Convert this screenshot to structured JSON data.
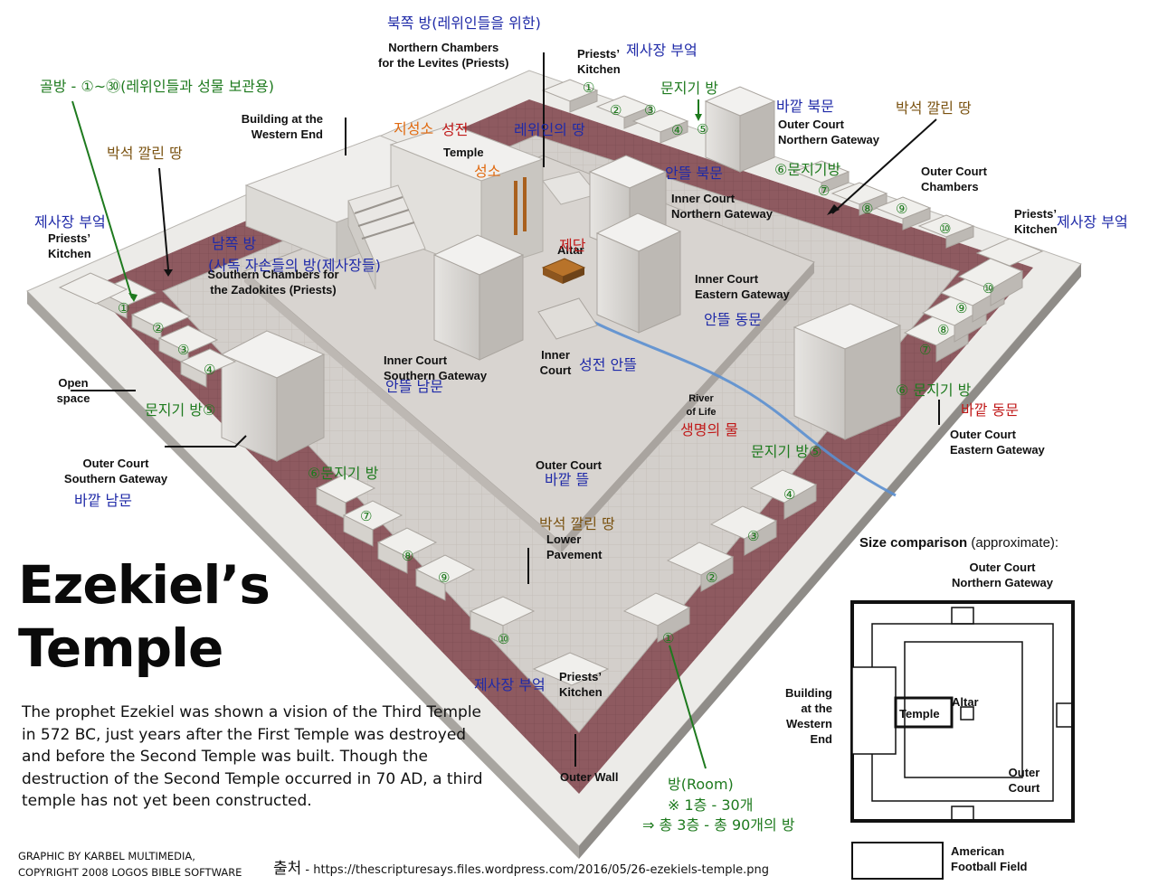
{
  "title": {
    "line1": "Ezekiel’s",
    "line2": "Temple"
  },
  "description": "The prophet Ezekiel was shown a vision of the Third Temple in 572 BC, just years after the First Temple was destroyed and before the Second Temple was built. Though the destruction of the Second Temple occurred in 70 AD, a third temple has not yet been constructed.",
  "credit": {
    "line1": "GRAPHIC BY KARBEL MULTIMEDIA,",
    "line2": "COPYRIGHT 2008 LOGOS BIBLE SOFTWARE"
  },
  "source": {
    "label": "출처",
    "sep": " - ",
    "url": "https://thescripturesays.files.wordpress.com/2016/05/26-ezekiels-temple.png"
  },
  "labels_en": {
    "northern_chambers": "Northern  Chambers",
    "northern_chambers_2": "for the Levites (Priests)",
    "priests_kitchen_ne_1": "Priests’",
    "priests_kitchen_ne_2": "Kitchen",
    "building_western_end_1": "Building at the",
    "building_western_end_2": "Western End",
    "temple": "Temple",
    "outer_court_northern_gateway_1": "Outer Court",
    "outer_court_northern_gateway_2": "Northern Gateway",
    "outer_court_chambers_1": "Outer Court",
    "outer_court_chambers_2": "Chambers",
    "priests_kitchen_e_1": "Priests’",
    "priests_kitchen_e_2": "Kitchen",
    "priests_kitchen_w_1": "Priests’",
    "priests_kitchen_w_2": "Kitchen",
    "inner_court_northern_gateway_1": "Inner Court",
    "inner_court_northern_gateway_2": "Northern Gateway",
    "altar": "Altar",
    "southern_chambers_1": "Southern Chambers for",
    "southern_chambers_2": "the Zadokites (Priests)",
    "inner_court_eastern_gateway_1": "Inner Court",
    "inner_court_eastern_gateway_2": "Eastern Gateway",
    "inner_court_southern_gateway_1": "Inner Court",
    "inner_court_southern_gateway_2": "Southern Gateway",
    "inner_court_1": "Inner",
    "inner_court_2": "Court",
    "open_space_1": "Open",
    "open_space_2": "space",
    "river_of_life_1": "River",
    "river_of_life_2": "of Life",
    "outer_court_eastern_gateway_1": "Outer Court",
    "outer_court_eastern_gateway_2": "Eastern Gateway",
    "outer_court_southern_gateway_1": "Outer Court",
    "outer_court_southern_gateway_2": "Southern Gateway",
    "outer_court": "Outer Court",
    "lower_pavement_1": "Lower",
    "lower_pavement_2": "Pavement",
    "priests_kitchen_s_1": "Priests’",
    "priests_kitchen_s_2": "Kitchen",
    "outer_wall": "Outer Wall"
  },
  "labels_ko": {
    "north_chambers": "북쪽 방(레위인들을 위한)",
    "side_rooms": "골방 - ①~㉚(레위인들과 성물 보관용)",
    "kitchen_ne": "제사장 부엌",
    "gatekeeper_room_n": "문지기 방",
    "outer_north_gate": "바깥 북문",
    "paved_ground_ne": "박석 깔린 땅",
    "paved_ground_nw": "박석 깔린 땅",
    "holy_of_holies": "지성소",
    "sanctuary_building": "성전",
    "levites_land": "레위인의 땅",
    "holy_place": "성소",
    "inner_north_gate": "안뜰 북문",
    "gatekeeper_room_6n": "⑥문지기방",
    "kitchen_w": "제사장 부엌",
    "kitchen_e": "제사장 부엌",
    "south_chambers_1": "남쪽 방",
    "south_chambers_2": "(사독 자손들의 방(제사장들)",
    "altar": "제단",
    "inner_east_gate": "안뜰 동문",
    "inner_court": "성전 안뜰",
    "inner_south_gate": "안뜰 남문",
    "gatekeeper_room_w5": "문지기 방⑤",
    "gatekeeper_room_e6": "⑥ 문지기 방",
    "outer_east_gate": "바깥 동문",
    "river_of_life": "생명의 물",
    "gatekeeper_room_e5": "문지기 방⑤",
    "gatekeeper_room_s6": "⑥문지기 방",
    "outer_south_gate": "바깥 남문",
    "outer_court": "바깥 뜰",
    "paved_ground_s": "박석 깔린 땅",
    "kitchen_s": "제사장 부엌",
    "room": "방(Room)",
    "room_note_1": "※ 1층 - 30개",
    "room_note_2": "⇒ 총 3층 - 총 90개의 방"
  },
  "room_numbers": [
    "①",
    "②",
    "③",
    "④",
    "⑤",
    "⑥",
    "⑦",
    "⑧",
    "⑨",
    "⑩"
  ],
  "size_comparison": {
    "title_bold": "Size comparison",
    "title_rest": "(approximate):",
    "outer_court_northern_gateway_1": "Outer Court",
    "outer_court_northern_gateway_2": "Northern Gateway",
    "building_1": "Building",
    "building_2": "at the",
    "building_3": "Western",
    "building_4": "End",
    "altar": "Altar",
    "temple": "Temple",
    "outer_court_1": "Outer",
    "outer_court_2": "Court",
    "football_1": "American",
    "football_2": "Football Field"
  },
  "colors": {
    "pavement": "#8e5a60",
    "court_floor": "#cfcac6",
    "wall": "#e9e7e4",
    "korean_blue": "#1f2aa8",
    "korean_green": "#1e7a1e",
    "korean_brown": "#7a5210",
    "korean_orange": "#e06a10",
    "korean_red": "#c01818",
    "river": "#5b8fd0"
  }
}
